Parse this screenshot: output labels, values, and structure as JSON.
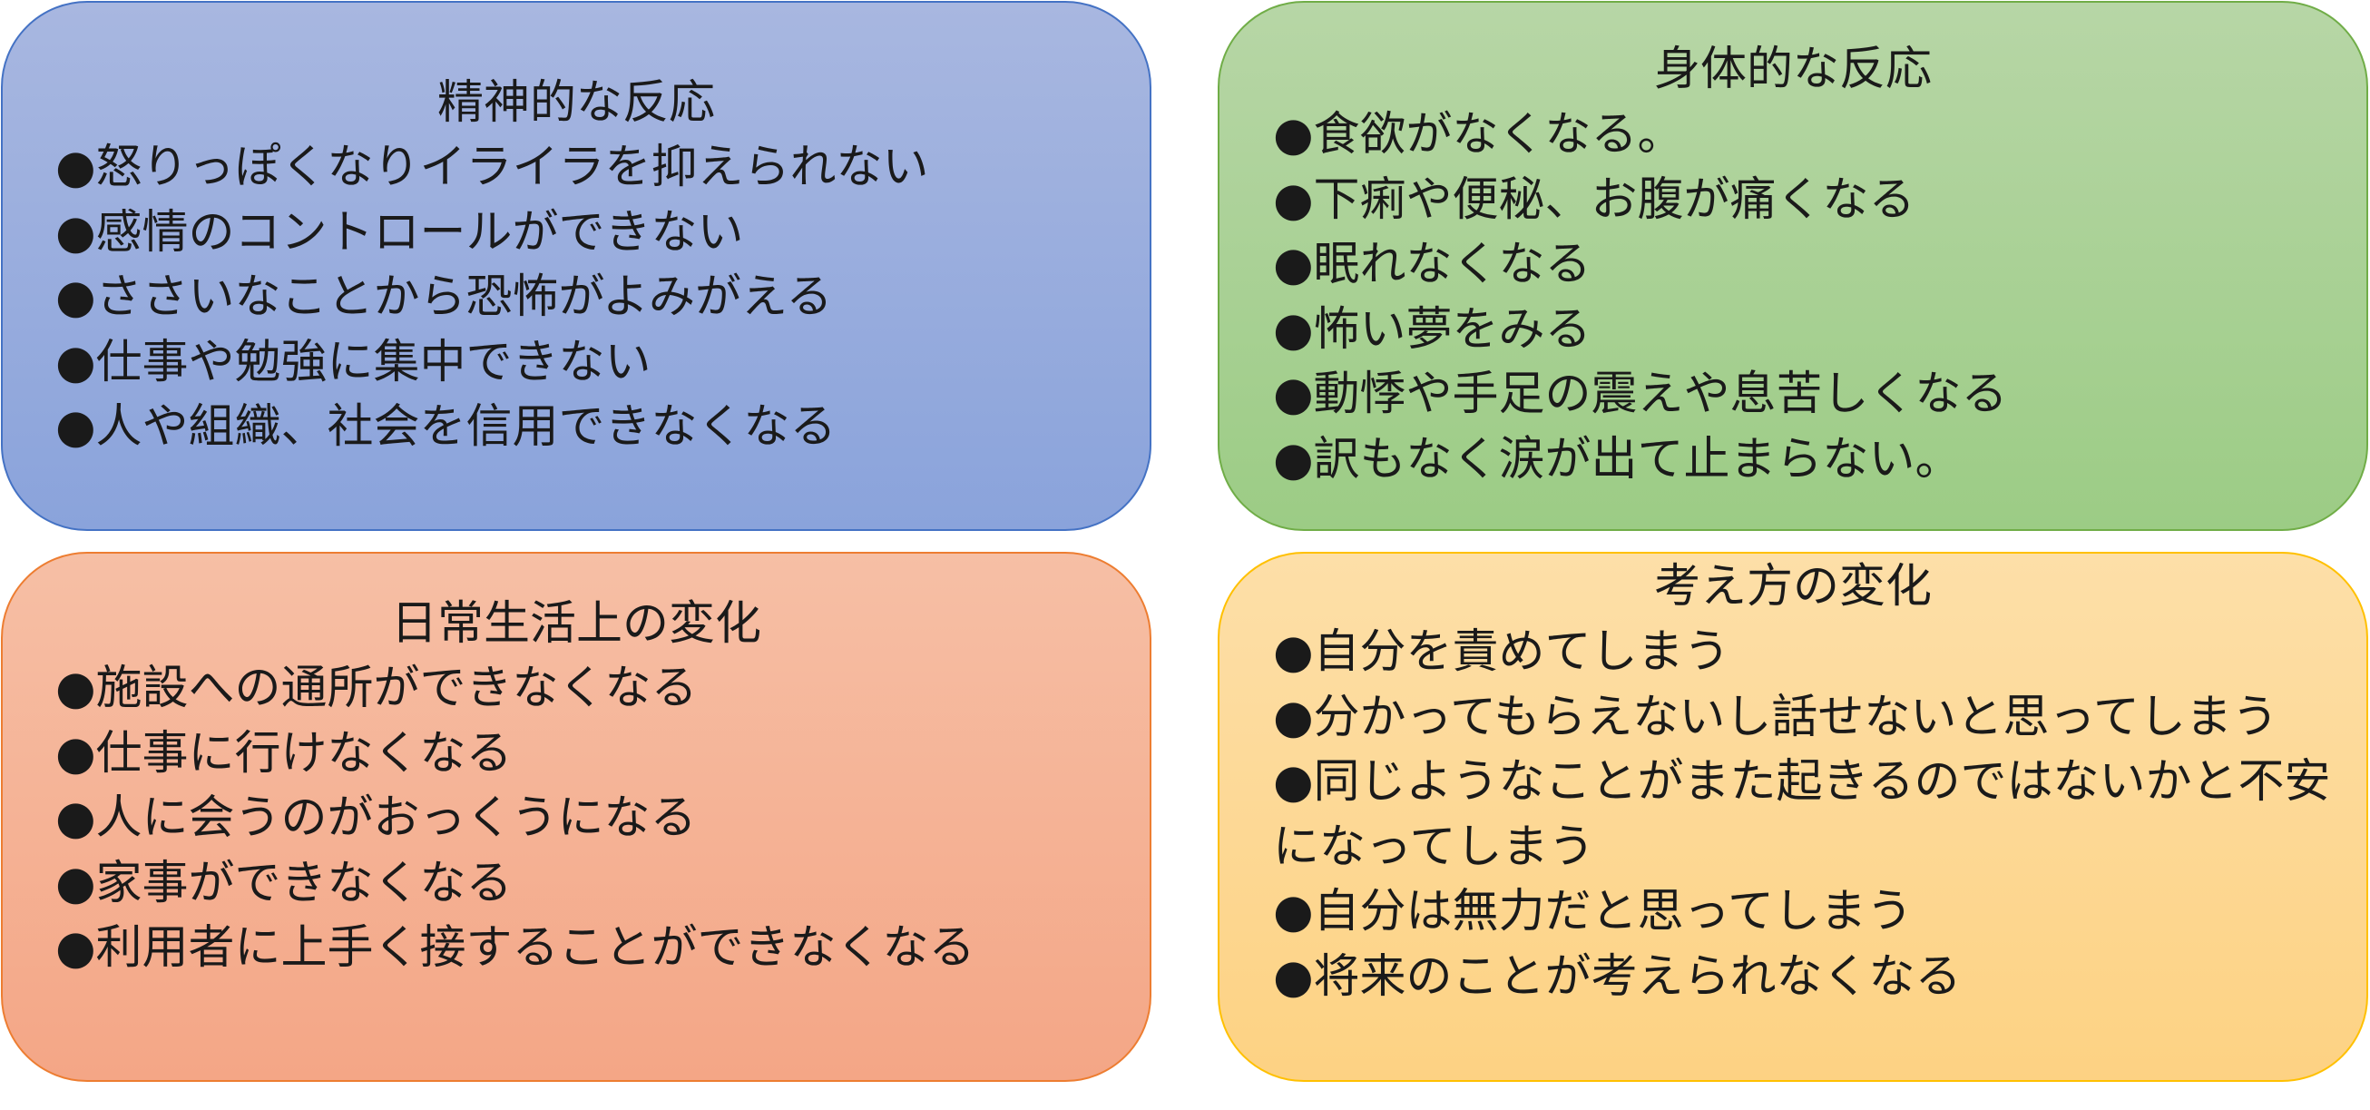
{
  "panels": {
    "mental": {
      "title": "精神的な反応",
      "items": [
        "●怒りっぽくなりイライラを抑えられない",
        "●感情のコントロールができない",
        "●ささいなことから恐怖がよみがえる",
        "●仕事や勉強に集中できない",
        "●人や組織、社会を信用できなくなる"
      ]
    },
    "physical": {
      "title": "身体的な反応",
      "items": [
        "●食欲がなくなる。",
        "●下痢や便秘、お腹が痛くなる",
        "●眠れなくなる",
        "●怖い夢をみる",
        "●動悸や手足の震えや息苦しくなる",
        "●訳もなく涙が出て止まらない。"
      ]
    },
    "daily": {
      "title": "日常生活上の変化",
      "items": [
        "●施設への通所ができなくなる",
        "●仕事に行けなくなる",
        "●人に会うのがおっくうになる",
        "●家事ができなくなる",
        "●利用者に上手く接することができなくなる"
      ]
    },
    "thinking": {
      "title": "考え方の変化",
      "items": [
        "●自分を責めてしまう",
        "●分かってもらえないし話せないと思ってしまう",
        "●同じようなことがまた起きるのではないかと不安になってしまう",
        "●自分は無力だと思ってしまう",
        "●将来のことが考えられなくなる"
      ]
    }
  },
  "colors": {
    "mental_fill": "#8faadc",
    "mental_border": "#4472c4",
    "physical_fill": "#a9d18e",
    "physical_border": "#70ad47",
    "daily_fill": "#f4b183",
    "daily_border": "#ed7d31",
    "thinking_fill": "#ffd966",
    "thinking_border": "#ffc000"
  }
}
